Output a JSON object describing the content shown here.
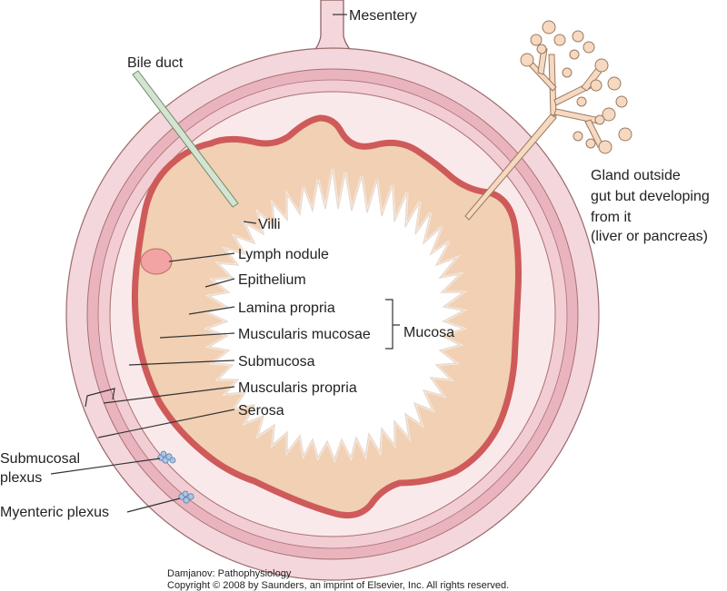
{
  "labels": {
    "mesentery": "Mesentery",
    "bile_duct": "Bile duct",
    "gland_line1": "Gland outside",
    "gland_line2": "gut but developing",
    "gland_line3": "from it",
    "gland_line4": "(liver or pancreas)",
    "villi": "Villi",
    "lymph_nodule": "Lymph nodule",
    "epithelium": "Epithelium",
    "lamina_propria": "Lamina propria",
    "muscularis_mucosae": "Muscularis mucosae",
    "mucosa": "Mucosa",
    "submucosa": "Submucosa",
    "muscularis_propria": "Muscularis propria",
    "serosa": "Serosa",
    "submucosal_plexus_line1": "Submucosal",
    "submucosal_plexus_line2": "plexus",
    "myenteric_plexus": "Myenteric plexus"
  },
  "credit": {
    "line1": "Damjanov: Pathophysiology",
    "line2": "Copyright © 2008 by Saunders, an imprint of Elsevier, Inc. All rights reserved."
  },
  "colors": {
    "serosa": "#f4d7dc",
    "muscle_outer": "#e9b4bd",
    "muscle_inner": "#f2cdd3",
    "submucosa_bg": "#fae9ea",
    "muscularis_mucosae": "#cf5a5a",
    "lamina_propria": "#f1d0b4",
    "epithelium": "#ffffff",
    "lymph_nodule": "#f2a3a3",
    "bile_duct": "#d5e4d2",
    "gland": "#f6d9c0",
    "plexus": "#a9c6e6"
  }
}
